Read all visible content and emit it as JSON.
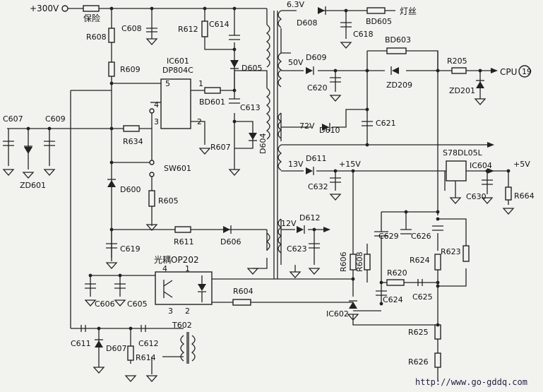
{
  "labels": {
    "plus300v": "+300V",
    "fuse": "保险",
    "r608": "R608",
    "c608": "C608",
    "r612": "R612",
    "c614": "C614",
    "d605": "D605",
    "r609": "R609",
    "ic601": "IC601",
    "dp804c": "DP804C",
    "pin5": "5",
    "pin1": "1",
    "pin4": "4",
    "pin3": "3",
    "pin2": "2",
    "bd601": "BD601",
    "c613": "C613",
    "r607": "R607",
    "d604": "D604",
    "c607": "C607",
    "c609": "C609",
    "zd601": "ZD601",
    "r634": "R634",
    "sw601": "SW601",
    "d600": "D600",
    "r605": "R605",
    "r611": "R611",
    "d606": "D606",
    "c619": "C619",
    "op202": "光耦OP202",
    "opto_pin4": "4",
    "opto_pin1": "1",
    "opto_pin3": "3",
    "opto_pin2": "2",
    "c606": "C606",
    "c605": "C605",
    "r604": "R604",
    "c611": "C611",
    "d607": "D607",
    "c612": "C612",
    "r614": "R614",
    "t602": "T602",
    "v63": "6.3V",
    "d608": "D608",
    "c618": "C618",
    "bd605": "BD605",
    "filament": "灯丝",
    "bd603": "BD603",
    "v50": "50V",
    "d609": "D609",
    "c620": "C620",
    "zd209": "ZD209",
    "r205": "R205",
    "cpu": "CPU",
    "pin19": "19",
    "zd201": "ZD201",
    "c621": "C621",
    "v72": "72V",
    "d610": "D610",
    "d611": "D611",
    "v13": "13V",
    "plus15v": "+15V",
    "c632": "C632",
    "s78dl05l": "S78DL05L",
    "ic604": "IC604",
    "plus5v": "+5V",
    "c630": "C630",
    "r664": "R664",
    "v12": "12V",
    "d612": "D612",
    "c623": "C623",
    "c629": "C629",
    "c626": "C626",
    "r623": "R623",
    "r624": "R624",
    "r606": "R606",
    "r608b": "R608",
    "r620": "R620",
    "c624": "C624",
    "c625": "C625",
    "ic602": "IC602",
    "r625": "R625",
    "r626": "R626",
    "watermark": "http://www.go-gddq.com"
  }
}
